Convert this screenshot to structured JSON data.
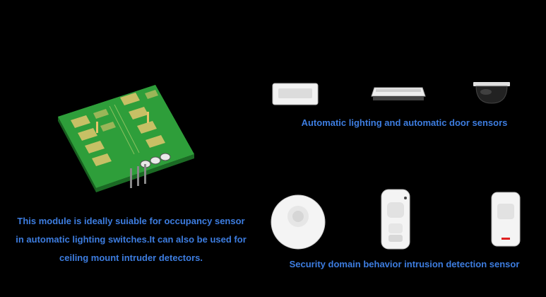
{
  "module_description": {
    "lines": [
      "This module is ideally suiable for occupancy sensor",
      "in automatic lighting switches.It can also be used for",
      "ceiling mount intruder detectors."
    ]
  },
  "lighting_section": {
    "caption": "Automatic lighting and automatic door sensors",
    "products": [
      "rectangular-ceiling-sensor",
      "door-sensor-bar",
      "dome-ceiling-sensor"
    ]
  },
  "security_section": {
    "caption": "Security domain behavior intrusion detection sensor",
    "products": [
      "round-ceiling-pir-sensor",
      "wall-mount-motion-detector",
      "wall-pir-detector"
    ]
  },
  "colors": {
    "text_blue": "#3d7de0",
    "background": "#000000",
    "pcb_green": "#2e9e3a",
    "gold": "#d8c46a"
  }
}
